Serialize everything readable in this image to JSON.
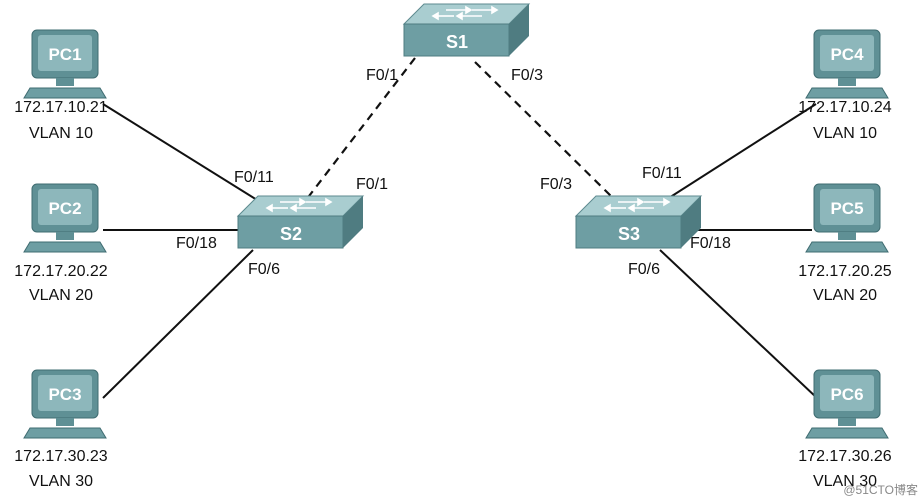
{
  "colors": {
    "device_top": "#a9cdd0",
    "device_front": "#6e9ea3",
    "device_side": "#4f7c81",
    "link": "#111111",
    "monitor_frame": "#5f9095",
    "monitor_screen": "#8db7bb"
  },
  "devices": {
    "s1": {
      "name": "S1"
    },
    "s2": {
      "name": "S2"
    },
    "s3": {
      "name": "S3"
    },
    "pc1": {
      "name": "PC1",
      "ip": "172.17.10.21",
      "vlan": "VLAN 10"
    },
    "pc2": {
      "name": "PC2",
      "ip": "172.17.20.22",
      "vlan": "VLAN 20"
    },
    "pc3": {
      "name": "PC3",
      "ip": "172.17.30.23",
      "vlan": "VLAN 30"
    },
    "pc4": {
      "name": "PC4",
      "ip": "172.17.10.24",
      "vlan": "VLAN 10"
    },
    "pc5": {
      "name": "PC5",
      "ip": "172.17.20.25",
      "vlan": "VLAN 20"
    },
    "pc6": {
      "name": "PC6",
      "ip": "172.17.30.26",
      "vlan": "VLAN 30"
    }
  },
  "links": [
    {
      "from": "s1",
      "to": "s2",
      "style": "trunk-dashed",
      "from_port": "F0/1",
      "to_port": "F0/1"
    },
    {
      "from": "s1",
      "to": "s3",
      "style": "trunk-dashed",
      "from_port": "F0/3",
      "to_port": "F0/3"
    },
    {
      "from": "s2",
      "to": "pc1",
      "style": "access-solid",
      "from_port": "F0/11"
    },
    {
      "from": "s2",
      "to": "pc2",
      "style": "access-solid",
      "from_port": "F0/18"
    },
    {
      "from": "s2",
      "to": "pc3",
      "style": "access-solid",
      "from_port": "F0/6"
    },
    {
      "from": "s3",
      "to": "pc4",
      "style": "access-solid",
      "from_port": "F0/11"
    },
    {
      "from": "s3",
      "to": "pc5",
      "style": "access-solid",
      "from_port": "F0/18"
    },
    {
      "from": "s3",
      "to": "pc6",
      "style": "access-solid",
      "from_port": "F0/6"
    }
  ],
  "watermark": "@51CTO博客"
}
